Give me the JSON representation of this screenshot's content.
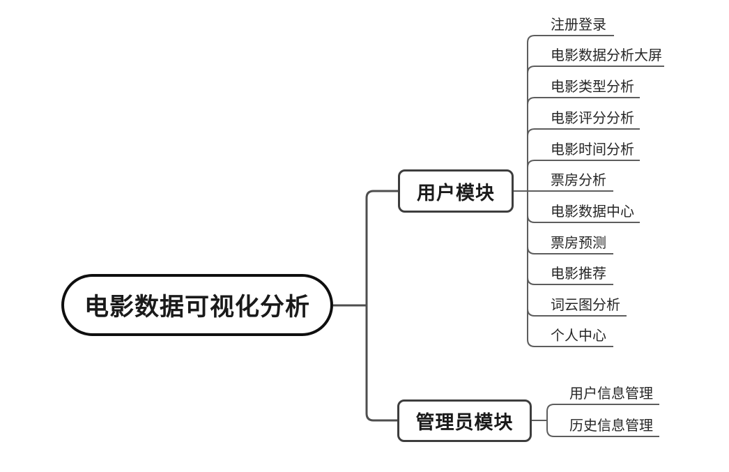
{
  "diagram": {
    "root": {
      "label": "电影数据可视化分析"
    },
    "branches": [
      {
        "label": "用户模块",
        "children": [
          "注册登录",
          "电影数据分析大屏",
          "电影类型分析",
          "电影评分分析",
          "电影时间分析",
          "票房分析",
          "电影数据中心",
          "票房预测",
          "电影推荐",
          "词云图分析",
          "个人中心"
        ]
      },
      {
        "label": "管理员模块",
        "children": [
          "用户信息管理",
          "历史信息管理"
        ]
      }
    ]
  },
  "colors": {
    "background": "#ffffff",
    "root_border": "#0f0f0f",
    "branch_border": "#3d3d3d",
    "main_connector": "#4e4e4e",
    "leaf_line": "#5d5d5d",
    "text": "#1a1a1a"
  }
}
